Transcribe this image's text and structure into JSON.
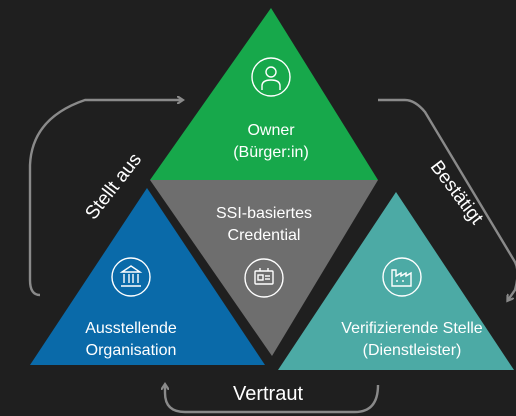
{
  "diagram": {
    "colors": {
      "background": "#1f1f1f",
      "owner": "#17a84b",
      "issuer": "#0a6aa9",
      "verifier": "#4caaa5",
      "credential": "#6e6e6e",
      "arrow": "#8a8a8a"
    },
    "owner": {
      "icon": "person-icon",
      "line1": "Owner",
      "line2": "(Bürger:in)"
    },
    "credential": {
      "icon": "id-card-icon",
      "line1": "SSI-basiertes",
      "line2": "Credential"
    },
    "issuer": {
      "icon": "bank-icon",
      "line1": "Ausstellende",
      "line2": "Organisation"
    },
    "verifier": {
      "icon": "factory-icon",
      "line1": "Verifizierende Stelle",
      "line2": "(Dienstleister)"
    },
    "edges": {
      "left": "Stellt aus",
      "right": "Bestätigt",
      "bottom": "Vertraut"
    }
  }
}
